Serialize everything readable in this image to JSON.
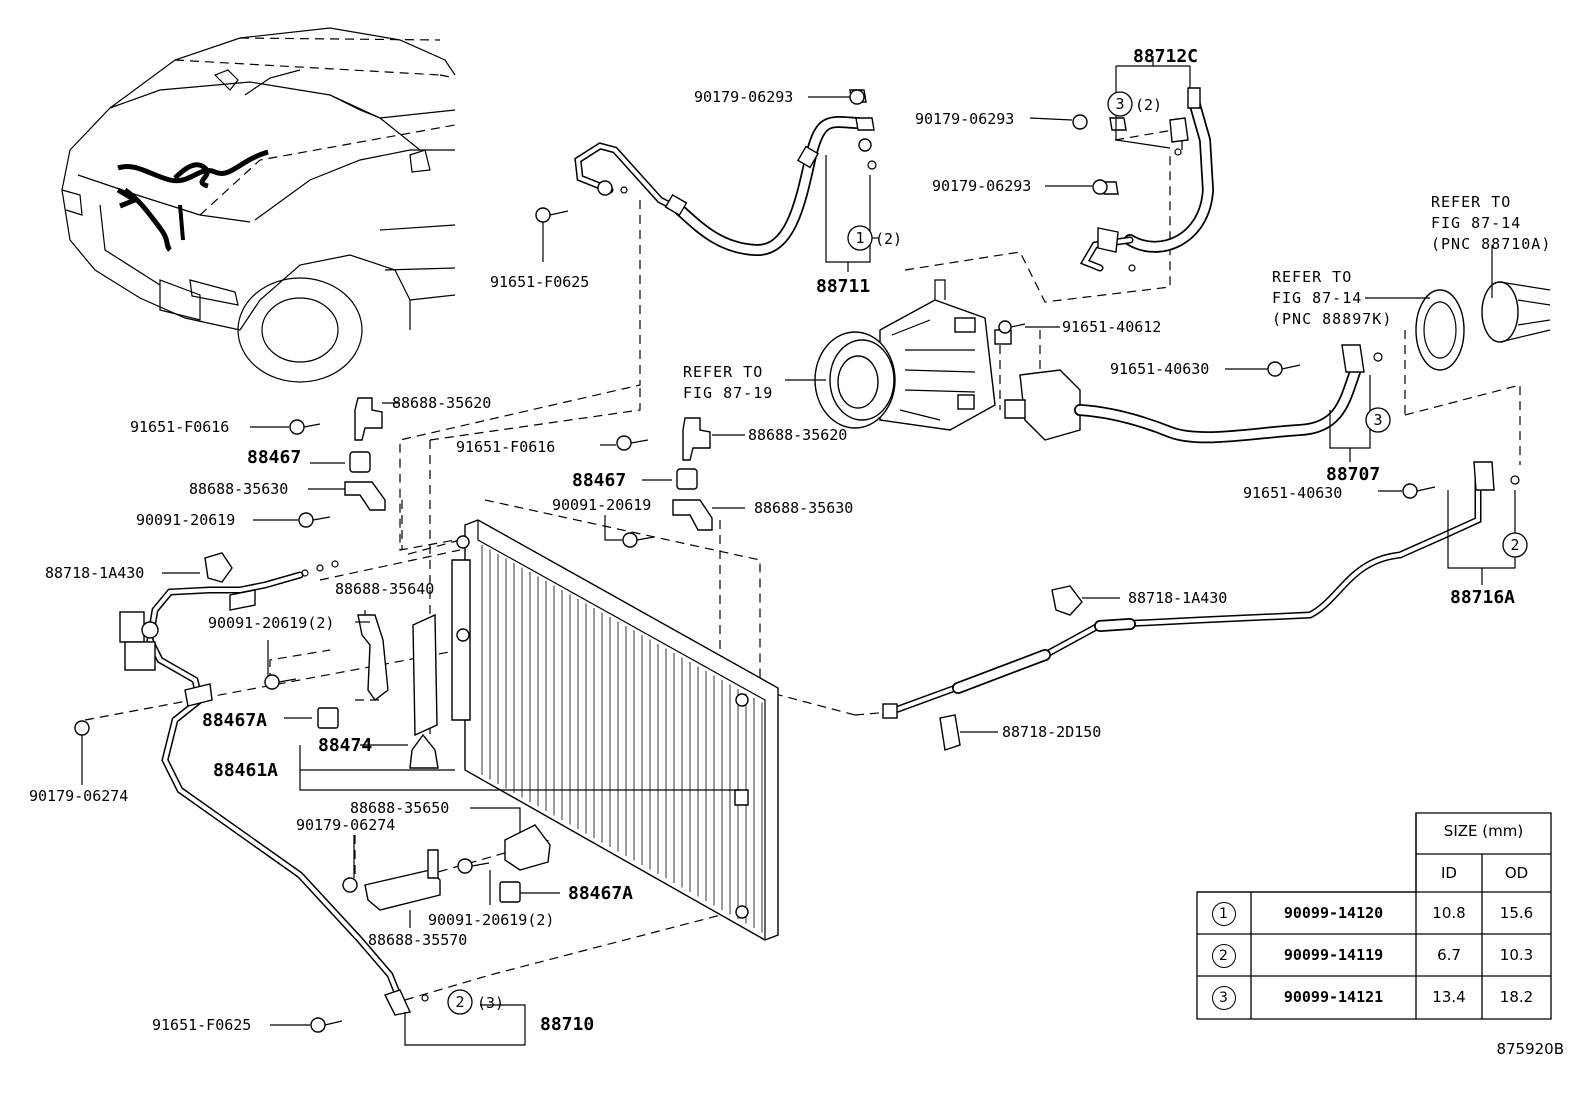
{
  "labels": {
    "p88712C": "88712C",
    "p88711": "88711",
    "p88707": "88707",
    "p88716A": "88716A",
    "p88710": "88710",
    "p88467_a": "88467",
    "p88467_b": "88467",
    "p88467A_a": "88467A",
    "p88467A_b": "88467A",
    "p88474": "88474",
    "p88461A": "88461A",
    "n90179_06293_a": "90179-06293",
    "n90179_06293_b": "90179-06293",
    "n90179_06293_c": "90179-06293",
    "n91651_F0625_a": "91651-F0625",
    "n91651_F0625_b": "91651-F0625",
    "n91651_40612": "91651-40612",
    "n91651_40630_a": "91651-40630",
    "n91651_40630_b": "91651-40630",
    "n91651_F0616_a": "91651-F0616",
    "n91651_F0616_b": "91651-F0616",
    "n88688_35620_a": "88688-35620",
    "n88688_35620_b": "88688-35620",
    "n88688_35630_a": "88688-35630",
    "n88688_35630_b": "88688-35630",
    "n88688_35640": "88688-35640",
    "n88688_35650": "88688-35650",
    "n88688_35570": "88688-35570",
    "n90091_20619_a": "90091-20619",
    "n90091_20619_b": "90091-20619",
    "n90091_20619_c": "90091-20619(2)",
    "n90091_20619_d": "90091-20619(2)",
    "n88718_1A430_a": "88718-1A430",
    "n88718_1A430_b": "88718-1A430",
    "n88718_2D150": "88718-2D150",
    "n90179_06274_a": "90179-06274",
    "n90179_06274_b": "90179-06274",
    "qty_2": "(2)",
    "qty_2b": "(2)",
    "qty_3": "(3)"
  },
  "circle_refs": {
    "c1": "1",
    "c2a": "2",
    "c2b": "2",
    "c3a": "3",
    "c3b": "3"
  },
  "refer_notes": {
    "r1_line1": "REFER TO",
    "r1_line2": "FIG 87-19",
    "r2_line1": "REFER TO",
    "r2_line2": "FIG 87-14",
    "r2_line3": "(PNC 88897K)",
    "r3_line1": "REFER TO",
    "r3_line2": "FIG 87-14",
    "r3_line3": "(PNC 88710A)"
  },
  "size_table": {
    "header_size": "SIZE (mm)",
    "header_id": "ID",
    "header_od": "OD",
    "rows": [
      {
        "ref": "1",
        "code": "90099-14120",
        "id": "10.8",
        "od": "15.6"
      },
      {
        "ref": "2",
        "code": "90099-14119",
        "id": "6.7",
        "od": "10.3"
      },
      {
        "ref": "3",
        "code": "90099-14121",
        "id": "13.4",
        "od": "18.2"
      }
    ]
  },
  "illustration_code": "875920B"
}
